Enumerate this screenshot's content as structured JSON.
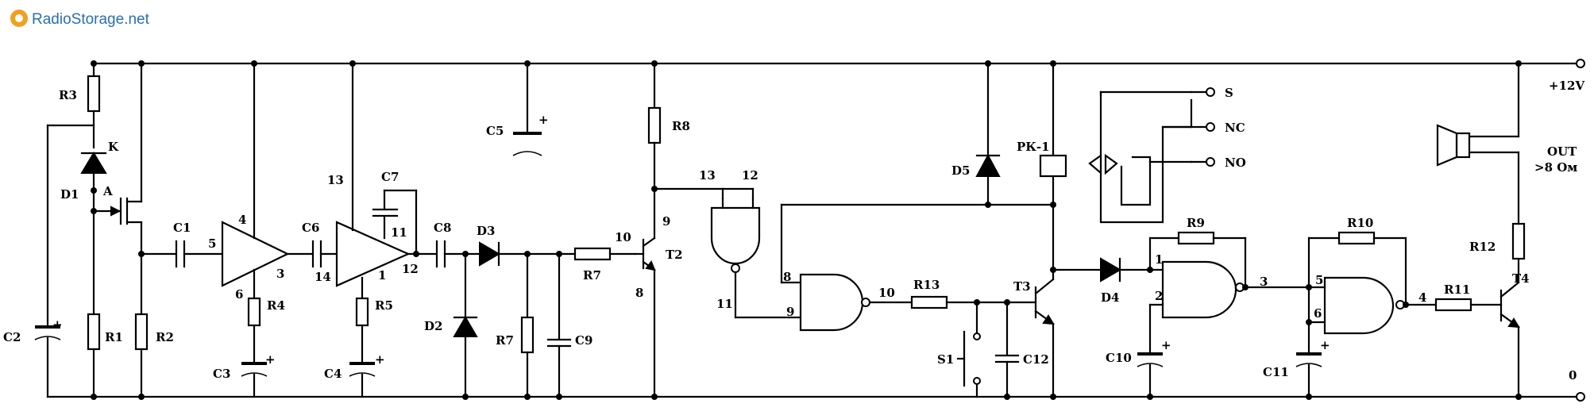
{
  "watermark": {
    "text": "RadioStorage.net"
  },
  "supply": {
    "positive": "+12V",
    "ground": "0"
  },
  "output": {
    "label": "OUT",
    "impedance": ">8 Ом"
  },
  "relay": {
    "name": "РК-1",
    "contacts": [
      "S",
      "NC",
      "NO"
    ]
  },
  "components": {
    "R1": "R1",
    "R2": "R2",
    "R3": "R3",
    "R4": "R4",
    "R5": "R5",
    "R6": "R7",
    "R7": "R7",
    "R8": "R8",
    "R9": "R9",
    "R10": "R10",
    "R11": "R11",
    "R12": "R12",
    "R13": "R13",
    "C1": "C1",
    "C2": "C2",
    "C3": "C3",
    "C4": "C4",
    "C5": "C5",
    "C6": "C6",
    "C7": "C7",
    "C8": "C8",
    "C9": "C9",
    "C10": "C10",
    "C11": "C11",
    "C12": "C12",
    "D1": "D1",
    "D2": "D2",
    "D3": "D3",
    "D4": "D4",
    "D5": "D5",
    "T2": "T2",
    "T3": "T3",
    "T4": "T4",
    "S1": "S1",
    "K": "K",
    "A": "A"
  },
  "pins": {
    "a1_in": "5",
    "a1_top": "4",
    "a1_out": "3",
    "a1_bot": "6",
    "a2_in": "14",
    "a2_top": "13",
    "a2_fb": "11",
    "a2_out": "12",
    "a2_bot": "1",
    "t2_b": "10",
    "t2_c": "9",
    "t2_e": "8",
    "g1_a": "13",
    "g1_b": "12",
    "g1_out": "11",
    "g2_a": "8",
    "g2_b": "9",
    "g2_out": "10",
    "g3_a": "1",
    "g3_b": "2",
    "g3_out": "3",
    "g4_a": "5",
    "g4_b": "6",
    "g4_out": "4"
  },
  "polarity": "+"
}
